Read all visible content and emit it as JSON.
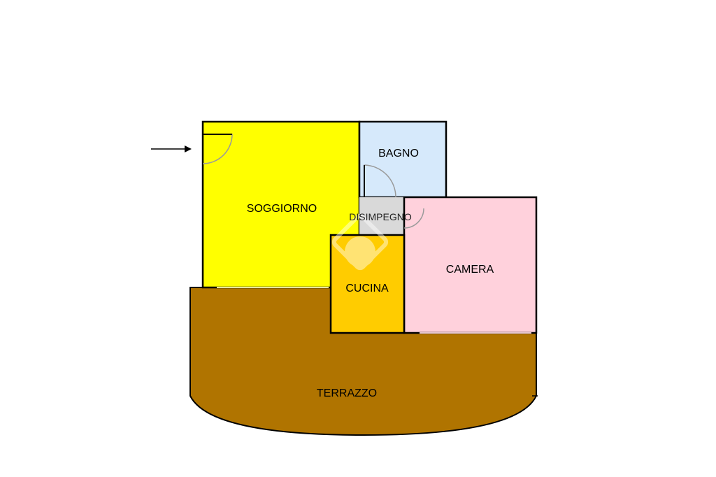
{
  "floor_plan": {
    "rooms": [
      {
        "id": "soggiorno",
        "label": "SOGGIORNO",
        "color": "#ffff00"
      },
      {
        "id": "bagno",
        "label": "BAGNO",
        "color": "#d6e9fb"
      },
      {
        "id": "disimpegno",
        "label": "DISIMPEGNO",
        "color": "#d9d9d9"
      },
      {
        "id": "cucina",
        "label": "CUCINA",
        "color": "#ffcc00"
      },
      {
        "id": "camera",
        "label": "CAMERA",
        "color": "#ffd1dc"
      },
      {
        "id": "terrazzo",
        "label": "TERRAZZO",
        "color": "#b07400"
      }
    ],
    "wall_color": "#000000",
    "door_arc_color": "#9a9a9a",
    "entrance_arrow": "arrow-right-icon",
    "watermark": "watermark-logo"
  }
}
